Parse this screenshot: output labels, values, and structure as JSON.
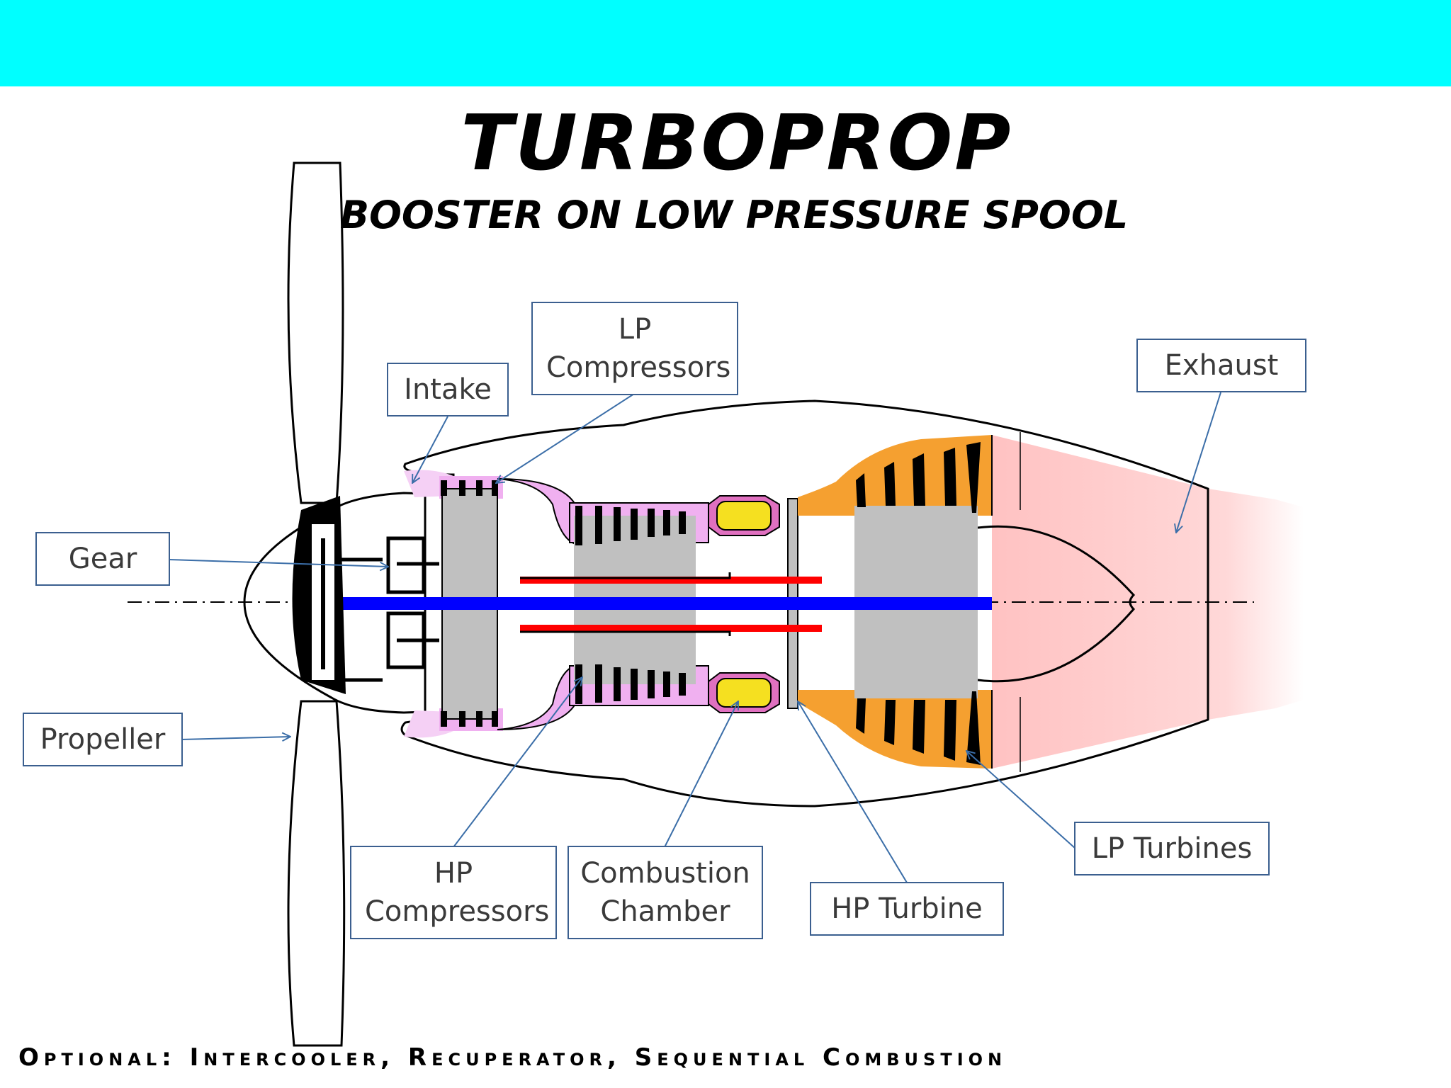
{
  "header": {
    "title": "TURBOPROP",
    "subtitle": "BOOSTER ON LOW PRESSURE SPOOL"
  },
  "labels": {
    "lp_compressors": "LP Compressors",
    "intake": "Intake",
    "exhaust": "Exhaust",
    "gear": "Gear",
    "propeller": "Propeller",
    "hp_compressors": "HP Compressors",
    "combustion_chamber": "Combustion Chamber",
    "hp_turbine": "HP Turbine",
    "lp_turbines": "LP Turbines"
  },
  "footer": "Optional: Intercooler, Recuperator, Sequential Combustion",
  "colors": {
    "banner": "#00ffff",
    "low_pressure_shaft": "#0000ff",
    "high_pressure_shaft": "#ff0000",
    "compressor_section": "#f0b0f0",
    "turbine_section": "#f5a030",
    "exhaust_plume": "#ffc8c8",
    "combustor": "#f0e020",
    "leader_lines": "#3b6ea8"
  }
}
